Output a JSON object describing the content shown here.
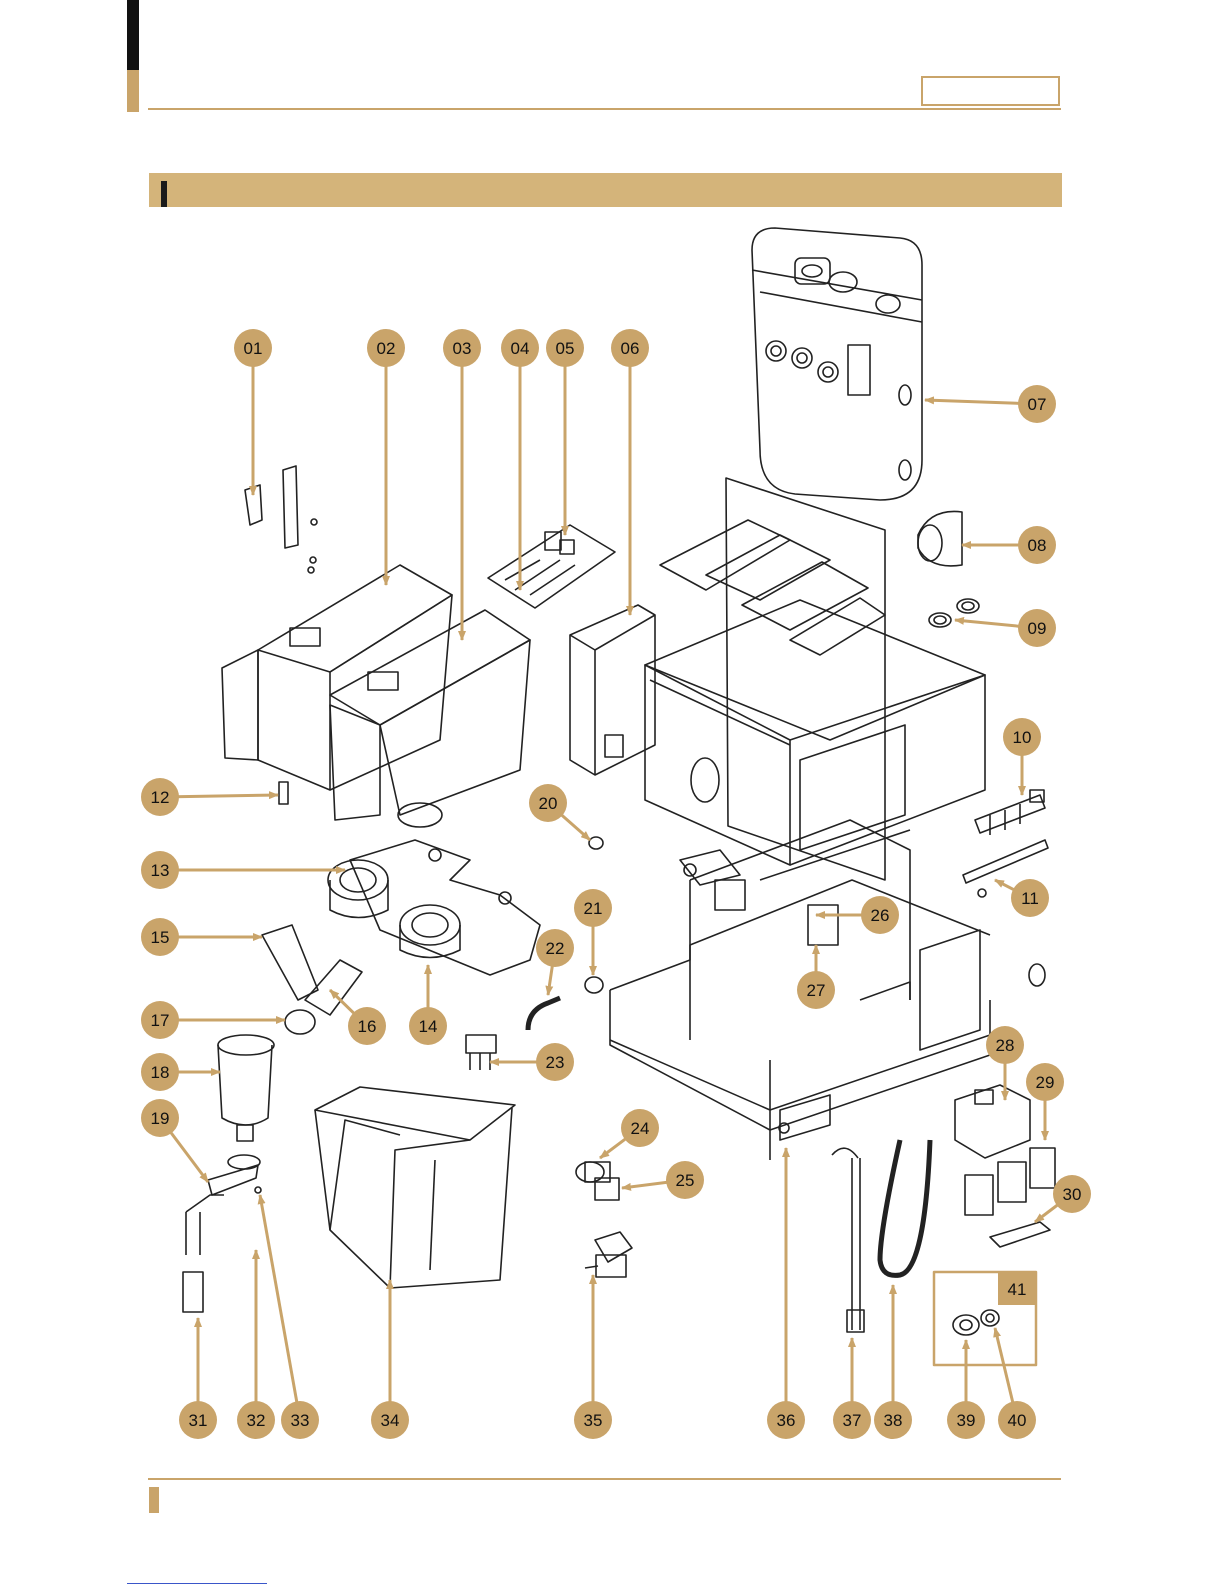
{
  "colors": {
    "accent": "#c9a46a",
    "band": "#d4b47a",
    "ink": "#222222"
  },
  "callouts": [
    "01",
    "02",
    "03",
    "04",
    "05",
    "06",
    "07",
    "08",
    "09",
    "10",
    "11",
    "12",
    "13",
    "14",
    "15",
    "16",
    "17",
    "18",
    "19",
    "20",
    "21",
    "22",
    "23",
    "24",
    "25",
    "26",
    "27",
    "28",
    "29",
    "30",
    "31",
    "32",
    "33",
    "34",
    "35",
    "36",
    "37",
    "38",
    "39",
    "40",
    "41"
  ]
}
